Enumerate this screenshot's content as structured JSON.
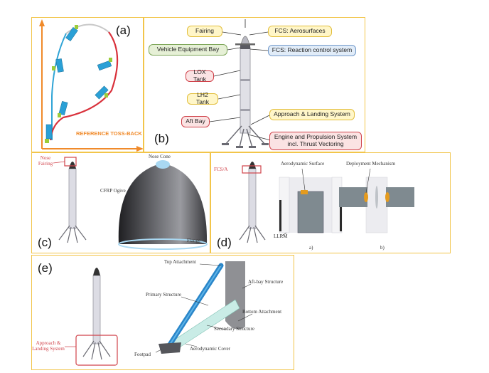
{
  "panels": {
    "a": {
      "label": "(a)",
      "trajectory_label": "REFERENCE TOSS-BACK"
    },
    "b": {
      "label": "(b)",
      "tags": {
        "fairing": "Fairing",
        "fcs_aero": "FCS: Aerosurfaces",
        "veb": "Vehicle Equipment Bay",
        "fcs_rcs": "FCS: Reaction control system",
        "lox": "LOX Tank",
        "lh2": "LH2 Tank",
        "aft": "Aft Bay",
        "als": "Approach & Landing System",
        "engine": "Engine and Propulsion System incl. Thrust Vectoring"
      }
    },
    "c": {
      "label": "(c)",
      "nose_fairing": "Nose Fairing",
      "nose_cone": "Nose Cone",
      "ogive": "CFRP Ogive",
      "flange": "Flange"
    },
    "d": {
      "label": "(d)",
      "fcs_a": "FCS/A",
      "aero_surface": "Aerodynamic Surface",
      "deploy": "Deployment Mechanism",
      "llrm": "LLRM",
      "sub_a": "a)",
      "sub_b": "b)"
    },
    "e": {
      "label": "(e)",
      "als_label": "Approach & Landing System",
      "top_attach": "Top Attachment",
      "aft_bay": "Aft-bay Structure",
      "primary": "Primary Structure",
      "bottom_attach": "Bottom Attachment",
      "secondary": "Secondary Structure",
      "aero_cover": "Aerodynamic Cover",
      "footpad": "Footpad"
    }
  },
  "colors": {
    "panel_border": "#f2c54a",
    "highlight_red": "#d0424a",
    "axis_orange": "#f08a2a",
    "rocket_blue": "#27a0d8"
  }
}
